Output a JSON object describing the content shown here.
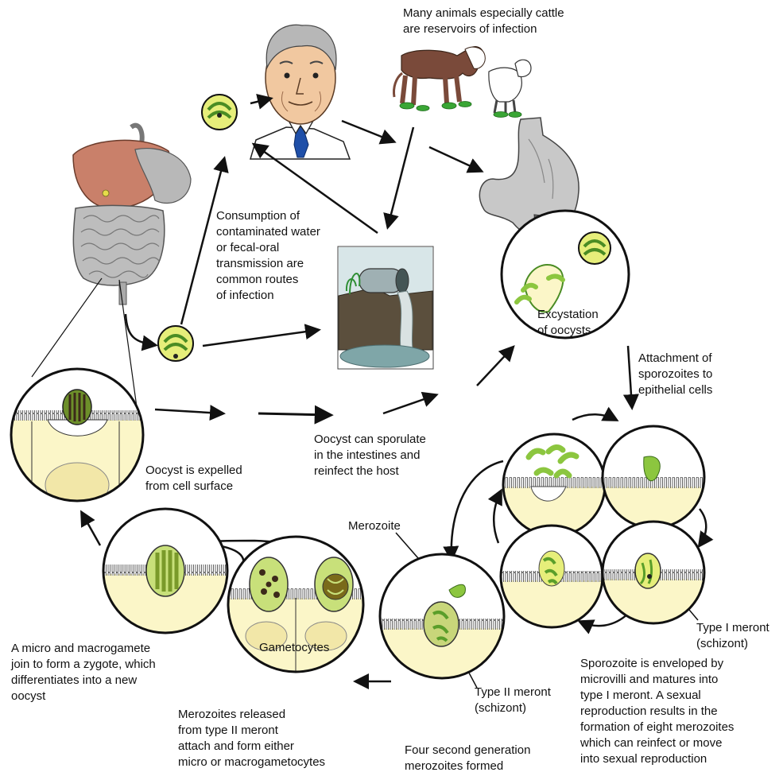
{
  "labels": {
    "reservoir": "Many animals especially cattle\nare reservoirs of infection",
    "consumption": "Consumption of\ncontaminated water\nor fecal-oral\ntransmission are\ncommon routes\nof infection",
    "excystation": "Excystation\nof oocysts",
    "attachment": "Attachment of\nsporozoites to\nepithelial cells",
    "oocyst_expelled": "Oocyst is expelled\nfrom cell surface",
    "oocyst_sporulate": "Oocyst can sporulate\nin the intestines and\nreinfect the host",
    "merozoite": "Merozoite",
    "gametocytes": "Gametocytes",
    "type1_meront": "Type I meront\n(schizont)",
    "type2_meront": "Type II meront\n(schizont)",
    "zygote": "A micro and macrogamete\njoin to form a zygote, which\ndifferentiates into a new\noocyst",
    "sporozoite_enveloped": "Sporozoite is enveloped by\nmicrovilli and matures into\ntype I meront. A sexual\nreproduction results in the\nformation of eight merozoites\nwhich can reinfect or move\ninto sexual reproduction",
    "merozoites_released": "Merozoites released\nfrom type II meront\nattach and form either\nmicro or macrogametocytes",
    "four_second_gen": "Four second generation\nmerozoites formed"
  },
  "colors": {
    "cell_fill": "#fbf6c8",
    "oocyst_fill": "#e6ee7a",
    "sporozoite": "#8cc63f",
    "liver": "#c9806a",
    "intestine": "#bdbdbd",
    "water": "#7fa6a8",
    "soil": "#5b4f3d",
    "cattle": "#7a4a3a",
    "grass": "#3aa635",
    "tie": "#1f4fa8",
    "stroke": "#111111"
  }
}
